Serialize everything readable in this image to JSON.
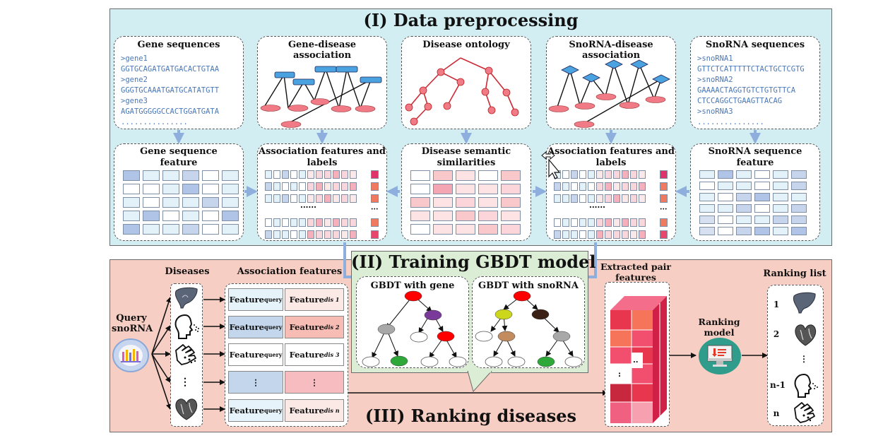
{
  "sections": {
    "preprocessing": "(I) Data preprocessing",
    "training": "(II) Training GBDT model",
    "ranking": "(III) Ranking diseases"
  },
  "top_cards": {
    "gene_sequences": {
      "title": "Gene sequences",
      "lines": [
        ">gene1",
        "GGTGCAGATGATGACACTGTAA",
        ">gene2",
        "GGGTGCAAATGATGCATATGTT",
        ">gene3",
        "AGATGGGGGCCACTGGATGATA",
        "..............."
      ]
    },
    "gene_disease": {
      "title1": "Gene-disease",
      "title2": "association"
    },
    "disease_ontology": {
      "title": "Disease ontology"
    },
    "snorna_disease": {
      "title1": "SnoRNA-disease",
      "title2": "association"
    },
    "snorna_sequences": {
      "title": "SnoRNA sequences",
      "lines": [
        ">snoRNA1",
        "GTTCTCATTTTTCTACTGCTCGTG",
        ">snoRNA2",
        "GAAAACTAGGTGTCTGTGTTCA",
        "CTCCAGGCTGAAGTTACAG",
        ">snoRNA3",
        "..............."
      ]
    }
  },
  "mid_cards": {
    "gene_feature": {
      "title1": "Gene sequence",
      "title2": "feature"
    },
    "assoc_left": {
      "title1": "Association features and",
      "title2": "labels",
      "dots": "......"
    },
    "semantic": {
      "title1": "Disease semantic",
      "title2": "similarities"
    },
    "assoc_right": {
      "title1": "Association features and",
      "title2": "labels",
      "dots": "......"
    },
    "snorna_feature": {
      "title1": "SnoRNA sequence",
      "title2": "feature"
    }
  },
  "training": {
    "gene_tree": "GBDT with gene",
    "snorna_tree": "GBDT with snoRNA"
  },
  "ranking": {
    "query": [
      "Query",
      "snoRNA"
    ],
    "diseases_label": "Diseases",
    "assoc_label": "Association features",
    "feature": "Feature",
    "query_sub": "query",
    "dis_subs": [
      "dis 1",
      "dis 2",
      "dis 3",
      "dis n"
    ],
    "vdots": "⋮",
    "extracted_label": [
      "Extracted pair",
      "features"
    ],
    "model_label": [
      "Ranking",
      "model"
    ],
    "list_label": "Ranking list",
    "ranks": [
      "1",
      "2",
      "⋮",
      "n-1",
      "n"
    ]
  },
  "colors": {
    "panel1": "#d2eef2",
    "panel2": "#dcedd6",
    "panel3": "#f7cec3",
    "arrow": "#8eaedd",
    "tree_red": "#cc2a35",
    "node_pink": "#f06a7a",
    "node_blue": "#4aa3e0"
  },
  "icons": [
    "liver-icon",
    "cough-icon",
    "skin-rash-icon",
    "heart-icon",
    "snorna-icon",
    "monitor-icon"
  ]
}
